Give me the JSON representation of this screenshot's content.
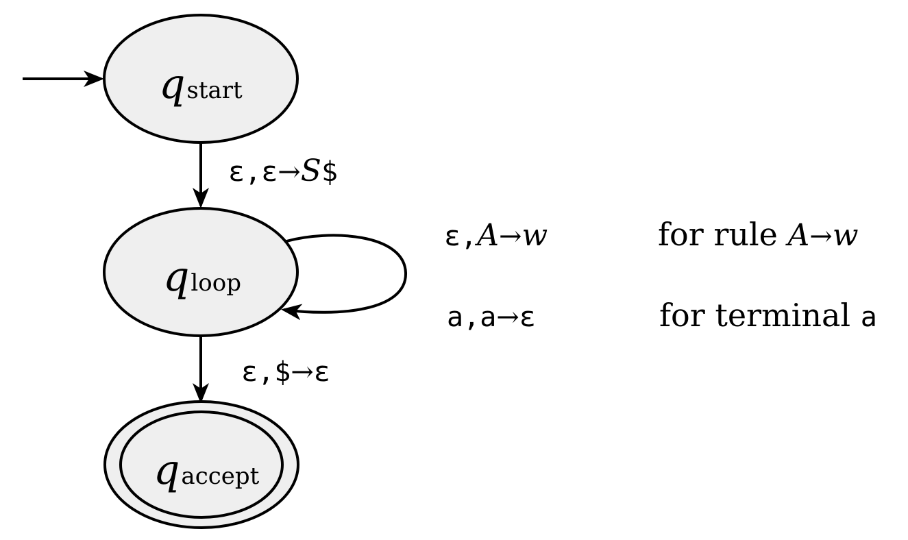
{
  "states": {
    "start": {
      "name": "q",
      "subscript": "start"
    },
    "loop": {
      "name": "q",
      "subscript": "loop"
    },
    "accept": {
      "name": "q",
      "subscript": "accept"
    }
  },
  "transitions": {
    "start_to_loop": {
      "input": "ε",
      "comma": ",",
      "pop": "ε",
      "arrow": "→",
      "push_var": "S",
      "push_sym": "$"
    },
    "loop_to_accept": {
      "input": "ε",
      "comma": ",",
      "pop": "$",
      "arrow": "→",
      "push": "ε"
    }
  },
  "self_loop_rules": [
    {
      "input": "ε",
      "comma": ",",
      "pop": "A",
      "arrow": "→",
      "push": "w",
      "note_prefix": "for rule ",
      "note_var": "A",
      "note_arrow": "→",
      "note_rhs": "w"
    },
    {
      "input": "a",
      "comma": ",",
      "pop": "a",
      "arrow": "→",
      "push": "ε",
      "note_prefix": "for terminal ",
      "note_symbol": "a"
    }
  ],
  "colors": {
    "state_fill": "#efefef",
    "stroke": "#000000"
  }
}
